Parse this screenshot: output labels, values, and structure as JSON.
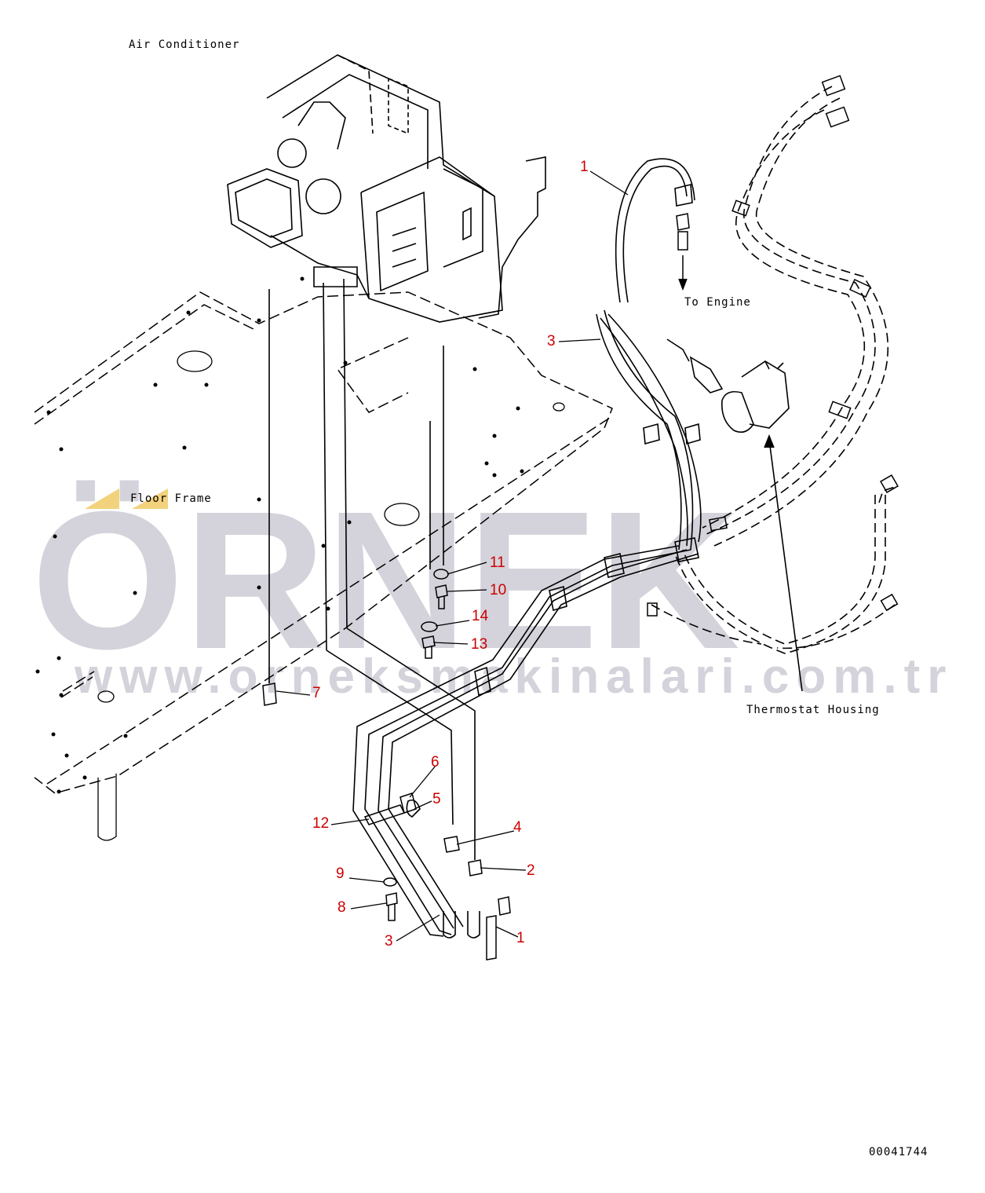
{
  "labels": {
    "air_conditioner": "Air Conditioner",
    "floor_frame": "Floor Frame",
    "to_engine": "To Engine",
    "thermostat_housing": "Thermostat Housing",
    "drawing_number": "00041744"
  },
  "callouts": [
    {
      "id": "c1-top",
      "text": "1"
    },
    {
      "id": "c3-top",
      "text": "3"
    },
    {
      "id": "c11",
      "text": "11"
    },
    {
      "id": "c10",
      "text": "10"
    },
    {
      "id": "c14",
      "text": "14"
    },
    {
      "id": "c13",
      "text": "13"
    },
    {
      "id": "c7",
      "text": "7"
    },
    {
      "id": "c6",
      "text": "6"
    },
    {
      "id": "c5",
      "text": "5"
    },
    {
      "id": "c12",
      "text": "12"
    },
    {
      "id": "c4",
      "text": "4"
    },
    {
      "id": "c2",
      "text": "2"
    },
    {
      "id": "c9",
      "text": "9"
    },
    {
      "id": "c8",
      "text": "8"
    },
    {
      "id": "c3-bottom",
      "text": "3"
    },
    {
      "id": "c1-bottom",
      "text": "1"
    }
  ],
  "watermark": {
    "brand": "ÖRNEK",
    "url": "www.orneksmakinalari.com.tr"
  },
  "colors": {
    "line": "#000000",
    "callout": "#cc0000",
    "watermark": "#d4d2da",
    "accent": "#f2d27c"
  }
}
